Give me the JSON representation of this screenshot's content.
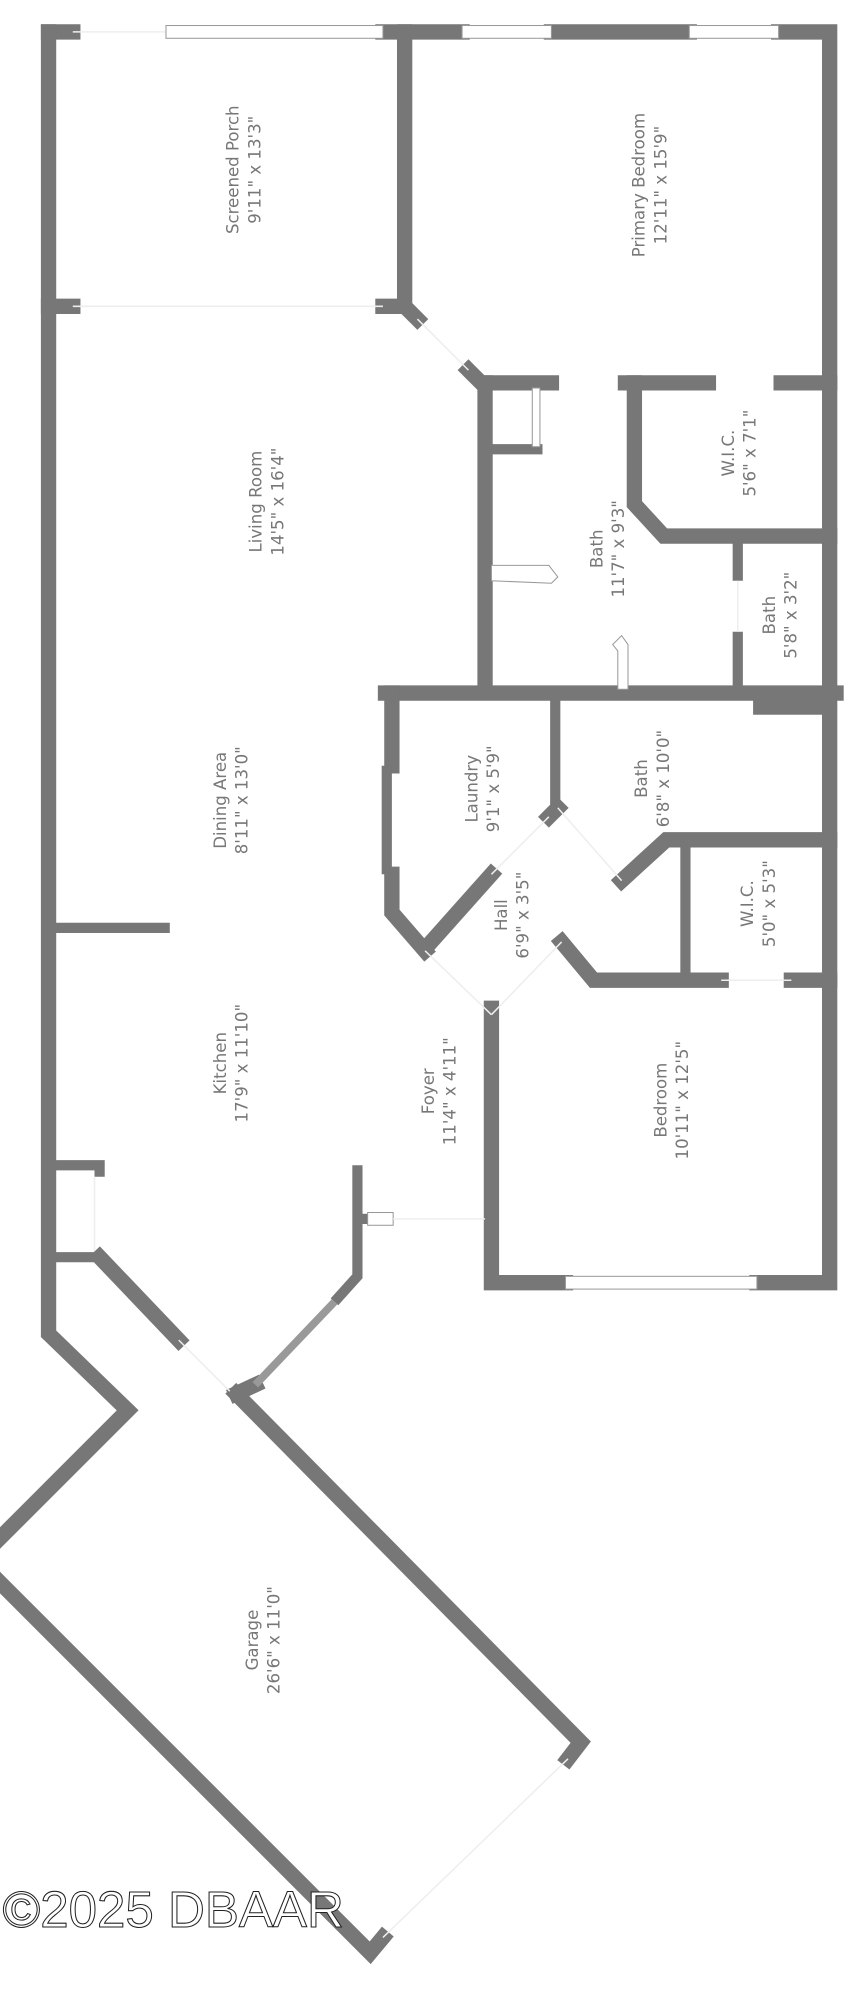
{
  "rooms": [
    {
      "name": "Screened Porch",
      "dims": "9'11\" x 13'3\""
    },
    {
      "name": "Primary Bedroom",
      "dims": "12'11\" x 15'9\""
    },
    {
      "name": "Living Room",
      "dims": "14'5\" x 16'4\""
    },
    {
      "name": "W.I.C.",
      "dims": "5'6\" x 7'1\""
    },
    {
      "name": "Bath",
      "dims": "11'7\" x 9'3\""
    },
    {
      "name": "Bath",
      "dims": "5'8\" x 3'2\""
    },
    {
      "name": "Dining Area",
      "dims": "8'11\" x 13'0\""
    },
    {
      "name": "Laundry",
      "dims": "9'1\" x 5'9\""
    },
    {
      "name": "Bath",
      "dims": "6'8\" x 10'0\""
    },
    {
      "name": "Hall",
      "dims": "6'9\" x 3'5\""
    },
    {
      "name": "W.I.C.",
      "dims": "5'0\" x 5'3\""
    },
    {
      "name": "Kitchen",
      "dims": "17'9\" x 11'10\""
    },
    {
      "name": "Foyer",
      "dims": "11'4\" x 4'11\""
    },
    {
      "name": "Bedroom",
      "dims": "10'11\" x 12'5\""
    },
    {
      "name": "Garage",
      "dims": "26'6\" x 11'0\""
    }
  ],
  "watermark": "©2025 DBAAR",
  "colors": {
    "wall": "#777777",
    "label": "#777777",
    "background": "#ffffff"
  }
}
